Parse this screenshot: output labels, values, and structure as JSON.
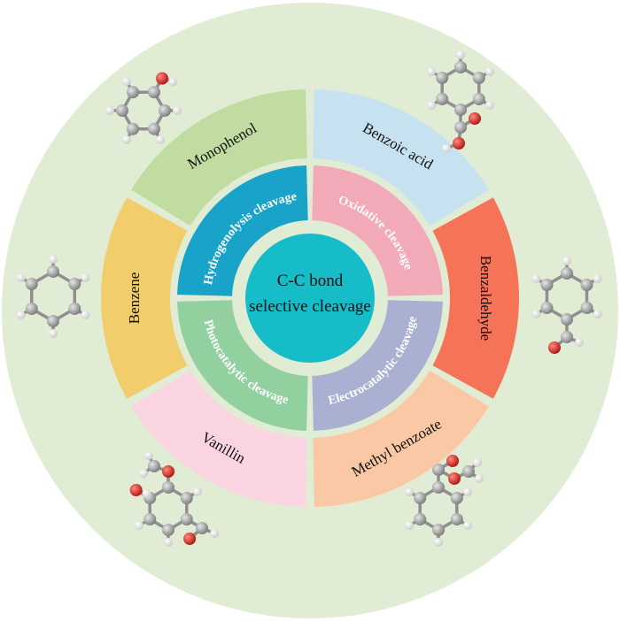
{
  "center": {
    "line1": "C-C bond",
    "line2": "selective cleavage",
    "color": "#17bcc9"
  },
  "background_color": "#e0ecd3",
  "cleavage_methods": [
    {
      "id": "hydrogenolysis",
      "label": "Hydrogenolysis cleavage",
      "color": "#1aa3c9"
    },
    {
      "id": "oxidative",
      "label": "Oxidative cleavage",
      "color": "#f2a9b8"
    },
    {
      "id": "electrocatalytic",
      "label": "Electrocatalytic cleavage",
      "color": "#a9b0d1"
    },
    {
      "id": "photocatalytic",
      "label": "Photocatalytic cleavage",
      "color": "#93d0a0"
    }
  ],
  "products": [
    {
      "id": "benzoic-acid",
      "label": "Benzoic acid",
      "color": "#c6e1ef"
    },
    {
      "id": "benzaldehyde",
      "label": "Benzaldehyde",
      "color": "#f57356"
    },
    {
      "id": "methyl-benzoate",
      "label": "Methyl benzoate",
      "color": "#fac8a4"
    },
    {
      "id": "vanillin",
      "label": "Vanillin",
      "color": "#fbd4e2"
    },
    {
      "id": "benzene",
      "label": "Benzene",
      "color": "#f1cd6c"
    },
    {
      "id": "monophenol",
      "label": "Monophenol",
      "color": "#c0dca0"
    }
  ],
  "atom_colors": {
    "carbon": "#9c9c9c",
    "hydrogen": "#f2f2f2",
    "oxygen": "#d9201c"
  }
}
